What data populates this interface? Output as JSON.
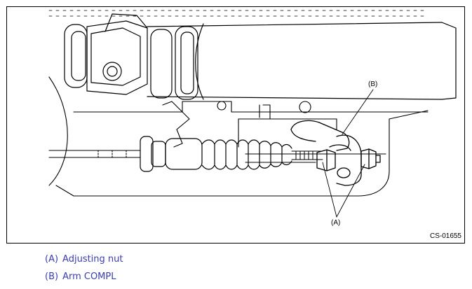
{
  "figure": {
    "id_label": "CS-01655",
    "callouts": {
      "a": "(A)",
      "b": "(B)"
    }
  },
  "legend": {
    "items": [
      {
        "key": "(A)",
        "text": "Adjusting nut"
      },
      {
        "key": "(B)",
        "text": "Arm COMPL"
      }
    ]
  },
  "colors": {
    "legend_text": "#3b3bb3",
    "line_art": "#000000",
    "background": "#ffffff"
  }
}
